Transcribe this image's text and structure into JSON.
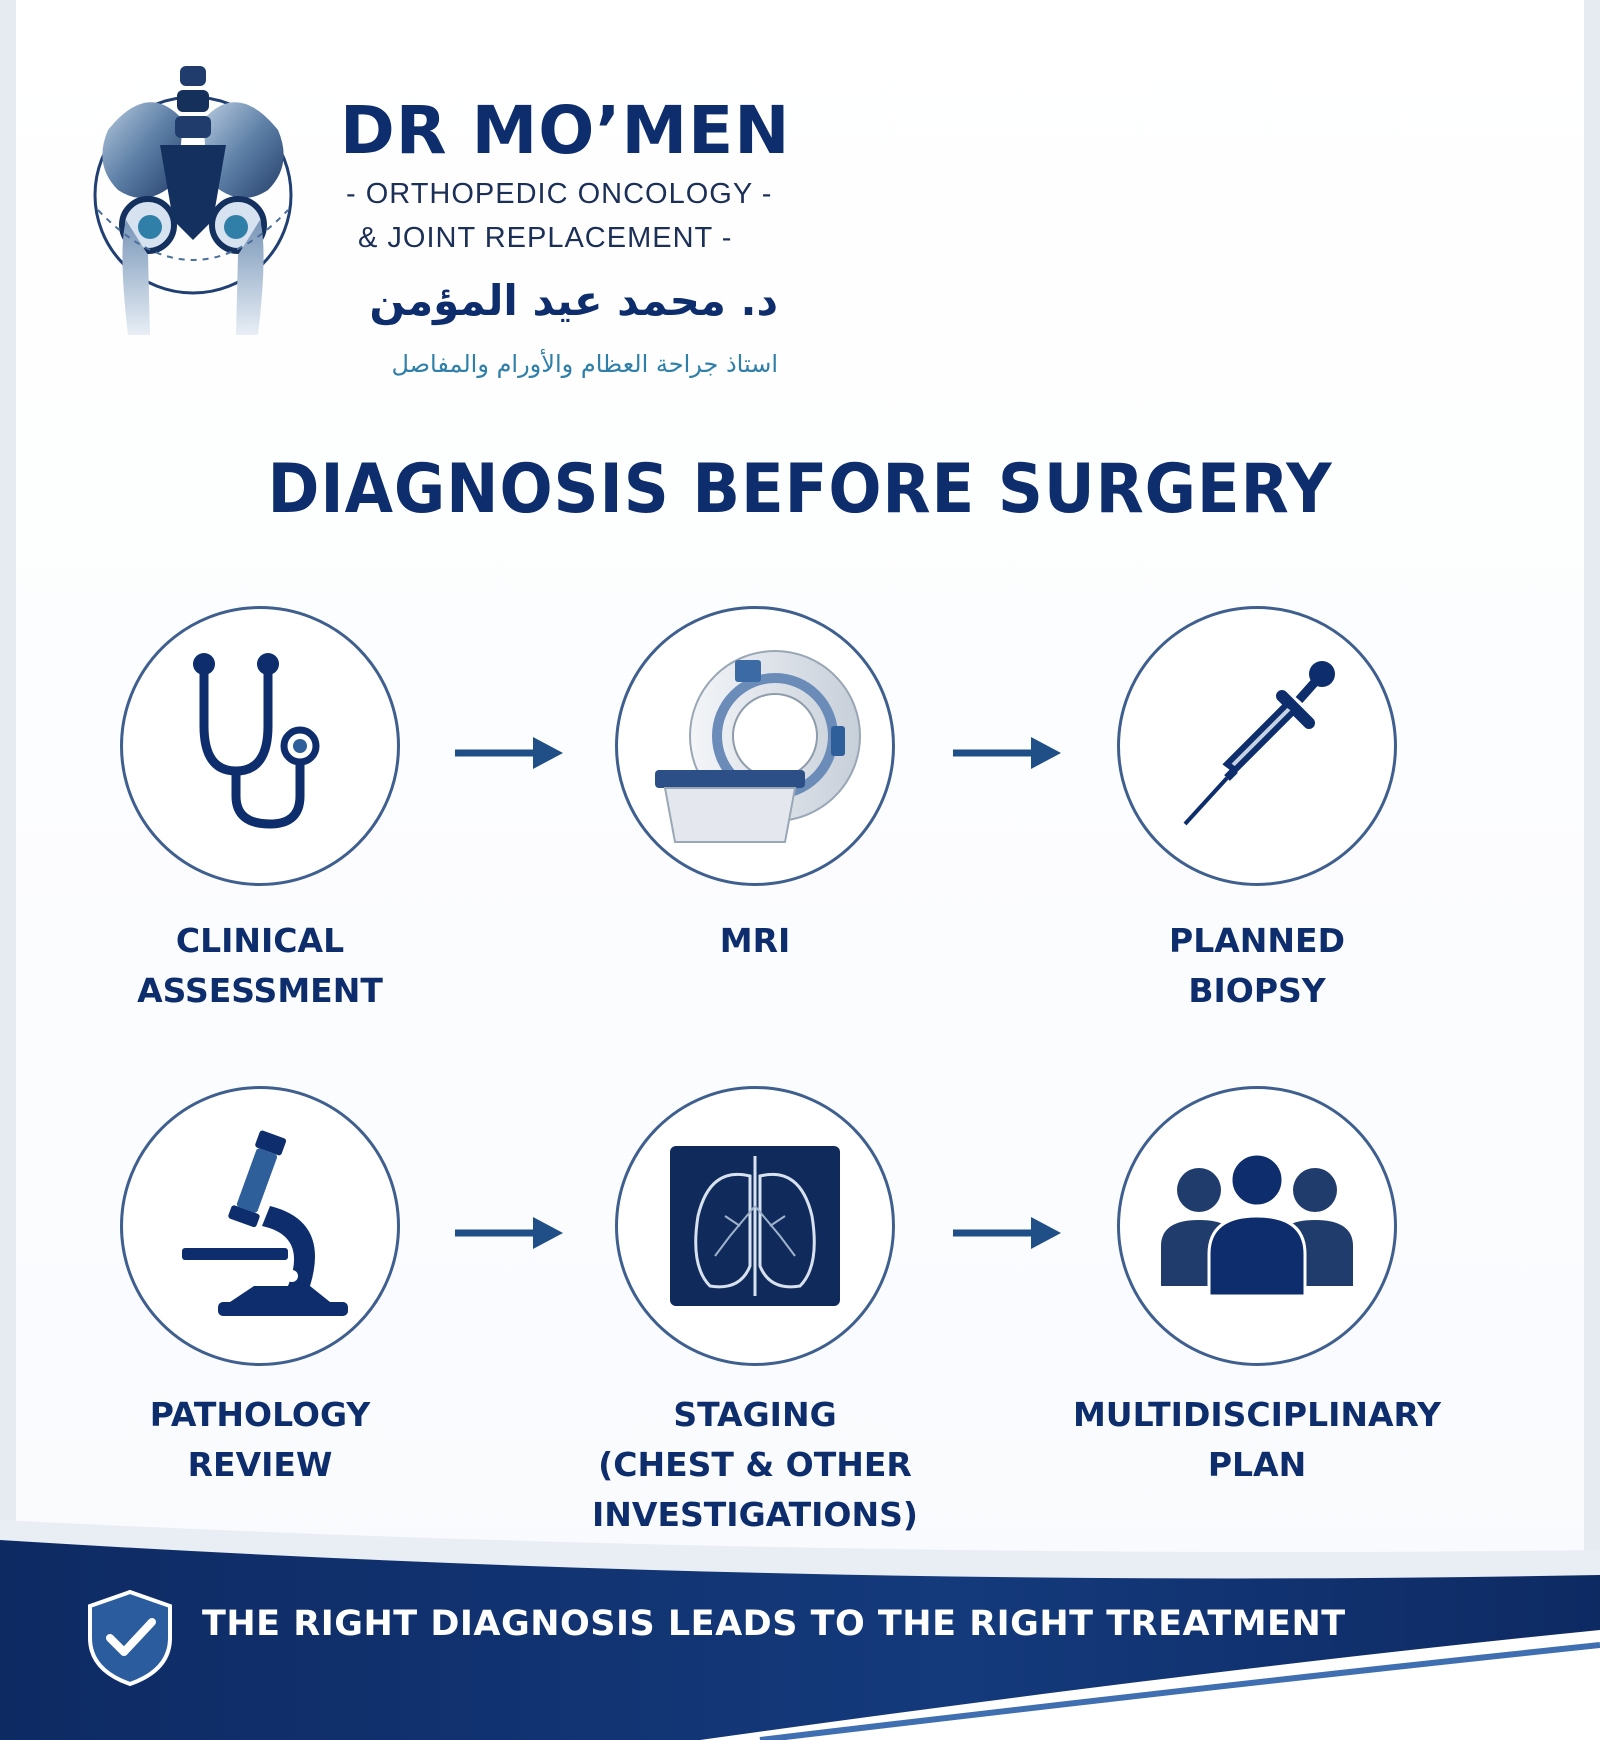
{
  "brand": {
    "name": "DR  MO’MEN",
    "specialty_line1": "- ORTHOPEDIC ONCOLOGY -",
    "specialty_line2": "& JOINT REPLACEMENT -",
    "arabic_name": "د. محمد عيد المؤمن",
    "arabic_title": "استاذ جراحة العظام والأورام والمفاصل",
    "logo_icon": "pelvis-skeleton-logo"
  },
  "title": "DIAGNOSIS BEFORE SURGERY",
  "steps": [
    {
      "label": "CLINICAL\nASSESSMENT",
      "icon": "stethoscope-icon"
    },
    {
      "label": "MRI",
      "icon": "mri-scanner-icon"
    },
    {
      "label": "PLANNED\nBIOPSY",
      "icon": "biopsy-needle-icon"
    },
    {
      "label": "PATHOLOGY\nREVIEW",
      "icon": "microscope-icon"
    },
    {
      "label": "STAGING\n(CHEST & OTHER\nINVESTIGATIONS)",
      "icon": "chest-xray-icon"
    },
    {
      "label": "MULTIDISCIPLINARY\nPLAN",
      "icon": "team-icon"
    }
  ],
  "footer": {
    "text": "THE RIGHT DIAGNOSIS LEADS TO THE RIGHT TREATMENT",
    "icon": "shield-check-icon"
  },
  "colors": {
    "navy": "#0d2d6c",
    "accent_blue": "#2f7fa8",
    "arrow_blue": "#1f4f86",
    "circle_border": "#3f5f8e"
  }
}
